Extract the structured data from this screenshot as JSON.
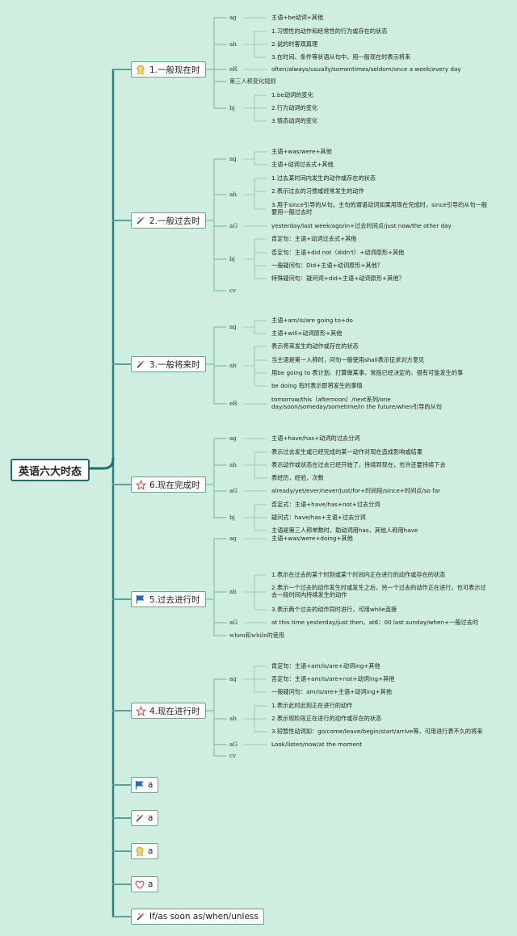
{
  "root": {
    "label": "英语六大时态"
  },
  "b1": {
    "label": "1.一般现在时",
    "cat1": "ag",
    "cat2": "ah",
    "cat3": "eR",
    "cat4": "第三人称变化规则",
    "cat5": "bj",
    "l1": "主语+be动词+其他",
    "l2": "1.习惯性的动作和经常性的行为或存在的状态",
    "l3": "2.说的时客观真理",
    "l4": "3.在时间、条件等状语从句中，用一般现在时表示将来",
    "l5": "often/always/usually/somentimes/seldom/once a week/every day",
    "l6": "1.be动词的变化",
    "l7": "2.行为动词的变化",
    "l8": "3.情态动词的变化"
  },
  "b2": {
    "label": "2.一般过去时",
    "cat1": "ag",
    "cat2": "ah",
    "cat3": "aG",
    "cat4": "bj",
    "cat5": "cv",
    "l1": "主语+was/were+其他",
    "l2": "主语+动词过去式+其他",
    "l3": "1.过去某时间内发生的动作或存在的状态",
    "l4": "2.表示过去的习惯或经常发生的动作",
    "l5": "3.用于since引导的从句。主句的谓语动词如果用现在完成时，since引导的从句一般要用一般过去时",
    "l6": "yesterday/last week/ago/in+过去时间点/just now/the other day",
    "l7": "肯定句：主语+动词过去式+其他",
    "l8": "否定句：主语+did not（didn't）+动词原形+其他",
    "l9": "一般疑问句：Did+主语+动词原形+其他？",
    "l10": "特殊疑问句：疑问词+did+主语+动词原形+其他？"
  },
  "b3": {
    "label": "3.一般将来时",
    "cat1": "ag",
    "cat2": "ah",
    "cat3": "eR",
    "l1": "主语+am/is/are going to+do",
    "l2": "主语+will+动词原形+其他",
    "l3": "表示将来发生的动作或存在的状态",
    "l4": "当主语是第一人称时，问句一般使用shall表示征求对方意见",
    "l5": "用be going to 表计划、打算做某事，常指已经决定的、很有可能发生的事",
    "l6": "be doing 有时表示即将发生的事情",
    "l7": "tomorrow/this（afternoon）/next系列/one day/soon/someday/sometime/in the future/when引导的从句"
  },
  "b4": {
    "label": "6.现在完成时",
    "cat1": "ag",
    "cat2": "ah",
    "cat3": "aG",
    "cat4": "bj",
    "l1": "主语+have/has+动词的过去分词",
    "l2": "表示过去发生或已经完成的某一动作对现在造成影响或结果",
    "l3": "表示动作或状态在过去已经开始了，持续到现在，也许还要持续下去",
    "l4": "表经历，经验，次数",
    "l5": "already/yet/ever/never/just/for+时间段/since+时间点/so far",
    "l6": "否定式：主语+have/has+not+过去分词",
    "l7": "疑问式：have/has+主语+过去分词",
    "l8": "主语是第三人称单数时，助动词用has，其他人称用have"
  },
  "b5": {
    "label": "5.过去进行时",
    "cat1": "ag",
    "cat2": "ah",
    "cat3": "aG",
    "cat4": "when和while的使用",
    "l1": "主语+was/were+doing+其他",
    "l2": "1.表示在过去的某个时刻或某个时间内正在进行的动作或存在的状态",
    "l3": "2.表示一个过去的动作发生时或发生之后，另一个过去的动作正在进行。也可表示过去一段时间内持续发生的动作",
    "l4": "3.表示两个过去的动作同时进行，可用while连接",
    "l5": "at this time yesterday/just then，at6：00 last sunday/when+一般过去时"
  },
  "b6": {
    "label": "4.现在进行时",
    "cat1": "ag",
    "cat2": "ah",
    "cat3": "aG",
    "cat4": "cv",
    "l1": "肯定句：主语+am/is/are+动词ing+其他",
    "l2": "否定句：主语+am/is/are+not+动词ing+其他",
    "l3": "一般疑问句：am/is/are+主语+动词ing+其他",
    "l4": "1.表示此时此刻正在进行的动作",
    "l5": "2.表示现阶段正在进行的动作或存在的状态",
    "l6": "3.短暂性动词如：go/come/leave/begin/start/arrive等，可用进行表不久的将来",
    "l7": "Look/listen/now/at the moment"
  },
  "b7": {
    "label": "a"
  },
  "b8": {
    "label": "a"
  },
  "b9": {
    "label": "a"
  },
  "b10": {
    "label": "a"
  },
  "b11": {
    "label": "If/as soon as/when/unless"
  },
  "icons": {
    "b1": "medal-icon",
    "b2": "magic-wand-icon",
    "b3": "magic-wand-icon",
    "b4": "star-outline-icon",
    "b5": "blue-flag-icon",
    "b6": "star-outline-icon",
    "b7": "blue-flag-icon",
    "b8": "magic-wand-icon",
    "b9": "medal-icon",
    "b10": "heart-outline-icon",
    "b11": "magic-wand-icon"
  },
  "colors": {
    "background": "#cfeee0",
    "trunk": "#1e6f73",
    "branch_line": "#8fc7b5",
    "leaf_line": "#9acdb9"
  }
}
